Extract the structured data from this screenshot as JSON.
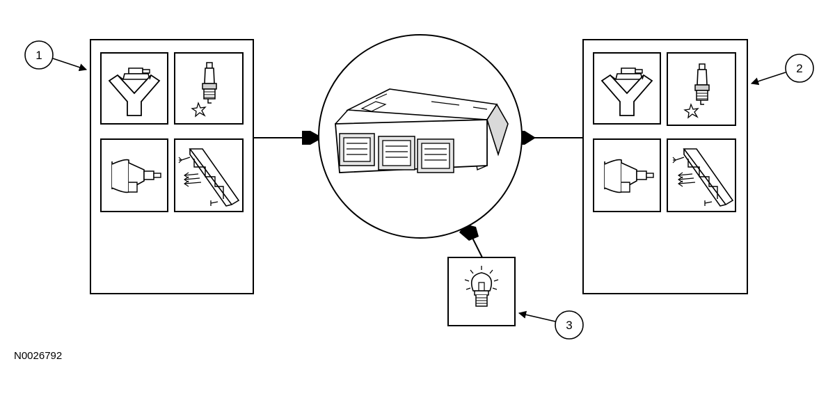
{
  "callouts": [
    {
      "number": "1"
    },
    {
      "number": "2"
    },
    {
      "number": "3"
    }
  ],
  "figure_id": "N0026792",
  "panels": {
    "left": {
      "icons": [
        "fuel-injector-icon",
        "spark-plug-icon",
        "transmission-icon",
        "solenoid-block-icon"
      ]
    },
    "right": {
      "icons": [
        "fuel-injector-icon",
        "spark-plug-icon",
        "transmission-icon",
        "solenoid-block-icon"
      ]
    }
  },
  "center_module": {
    "icon": "powertrain-control-module-icon"
  },
  "indicator": {
    "icon": "indicator-lamp-icon"
  },
  "colors": {
    "line": "#000000",
    "background": "#ffffff",
    "module_shade": "#d9d9d9"
  }
}
